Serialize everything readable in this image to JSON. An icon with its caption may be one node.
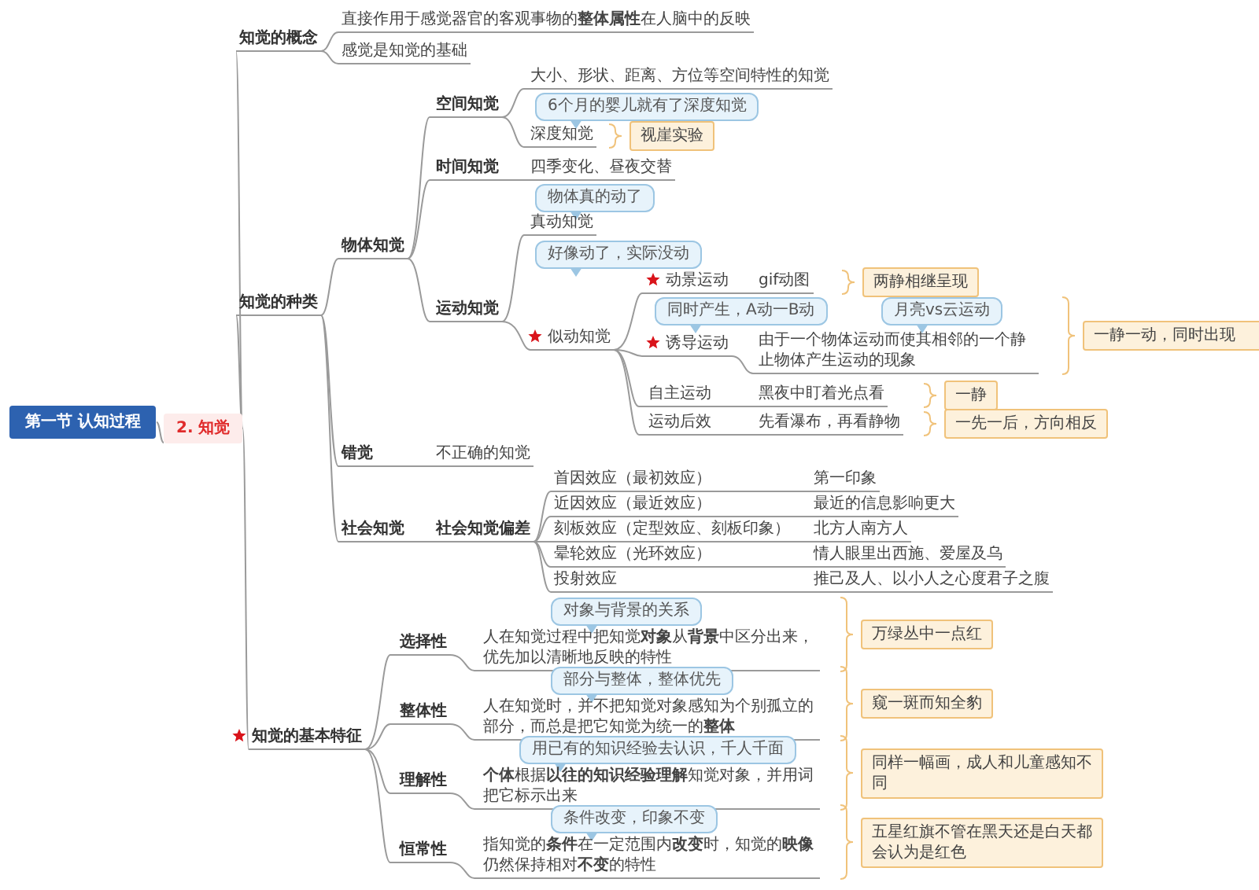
{
  "diagram": {
    "nodes": [
      {
        "text": [
          "第一节 认知过程"
        ]
      },
      {
        "text": [
          "2. 知觉"
        ]
      },
      {
        "text": [
          "知觉的概念"
        ]
      },
      {
        "text": [
          "直接作用于感觉器官的客观事物的**整体属性**在人脑中的反映"
        ]
      },
      {
        "text": [
          "感觉是知觉的基础"
        ]
      },
      {
        "text": [
          "知觉的种类"
        ]
      },
      {
        "text": [
          "物体知觉"
        ]
      },
      {
        "text": [
          "空间知觉"
        ]
      },
      {
        "text": [
          "大小、形状、距离、方位等空间特性的知觉"
        ]
      },
      {
        "text": [
          "6个月的婴儿就有了深度知觉"
        ]
      },
      {
        "text": [
          "深度知觉"
        ]
      },
      {
        "text": [
          "视崖实验"
        ]
      },
      {
        "text": [
          "时间知觉"
        ]
      },
      {
        "text": [
          "四季变化、昼夜交替"
        ]
      },
      {
        "text": [
          "物体真的动了"
        ]
      },
      {
        "text": [
          "真动知觉"
        ]
      },
      {
        "text": [
          "好像动了，实际没动"
        ]
      },
      {
        "text": [
          "运动知觉"
        ]
      },
      {
        "text": [
          "似动知觉"
        ]
      },
      {
        "text": [
          "动景运动"
        ]
      },
      {
        "text": [
          "gif动图"
        ]
      },
      {
        "text": [
          "两静相继呈现"
        ]
      },
      {
        "text": [
          "同时产生，A动一B动"
        ]
      },
      {
        "text": [
          "诱导运动"
        ]
      },
      {
        "text": [
          "月亮vs云运动"
        ]
      },
      {
        "text": [
          "由于一个物体运动而使其相邻的一个静止物体产生运动的现象"
        ]
      },
      {
        "text": [
          "一静一动，同时出现"
        ]
      },
      {
        "text": [
          "自主运动"
        ]
      },
      {
        "text": [
          "黑夜中盯着光点看"
        ]
      },
      {
        "text": [
          "一静"
        ]
      },
      {
        "text": [
          "运动后效"
        ]
      },
      {
        "text": [
          "先看瀑布，再看静物"
        ]
      },
      {
        "text": [
          "一先一后，方向相反"
        ]
      },
      {
        "text": [
          "错觉"
        ]
      },
      {
        "text": [
          "不正确的知觉"
        ]
      },
      {
        "text": [
          "社会知觉"
        ]
      },
      {
        "text": [
          "社会知觉偏差"
        ]
      },
      {
        "text": [
          "首因效应（最初效应）"
        ]
      },
      {
        "text": [
          "第一印象"
        ]
      },
      {
        "text": [
          "近因效应（最近效应）"
        ]
      },
      {
        "text": [
          "最近的信息影响更大"
        ]
      },
      {
        "text": [
          "刻板效应（定型效应、刻板印象）"
        ]
      },
      {
        "text": [
          "北方人南方人"
        ]
      },
      {
        "text": [
          "晕轮效应（光环效应）"
        ]
      },
      {
        "text": [
          "情人眼里出西施、爱屋及乌"
        ]
      },
      {
        "text": [
          "投射效应"
        ]
      },
      {
        "text": [
          "推己及人、以小人之心度君子之腹"
        ]
      },
      {
        "text": [
          "知觉的基本特征"
        ]
      },
      {
        "text": [
          "选择性"
        ]
      },
      {
        "text": [
          "对象与背景的关系"
        ]
      },
      {
        "text": [
          "人在知觉过程中把知觉**对象**从**背景**中区分出来，优先加以清晰地反映的特性"
        ]
      },
      {
        "text": [
          "万绿丛中一点红"
        ]
      },
      {
        "text": [
          "整体性"
        ]
      },
      {
        "text": [
          "部分与整体，整体优先"
        ]
      },
      {
        "text": [
          "人在知觉时，并不把知觉对象感知为个别孤立的部分，而总是把它知觉为统一的**整体**"
        ]
      },
      {
        "text": [
          "窥一斑而知全豹"
        ]
      },
      {
        "text": [
          "理解性"
        ]
      },
      {
        "text": [
          "用已有的知识经验去认识，千人千面"
        ]
      },
      {
        "text": [
          "**个体**根据**以往的知识经验理解**知觉对象，并用词把它标示出来"
        ]
      },
      {
        "text": [
          "同样一幅画，成人和儿童感知不同"
        ]
      },
      {
        "text": [
          "恒常性"
        ]
      },
      {
        "text": [
          "条件改变，印象不变"
        ]
      },
      {
        "text": [
          "指知觉的**条件**在一定范围内**改变**时，知觉的**映像**仍然保持相对**不变**的特性"
        ]
      },
      {
        "text": [
          "五星红旗不管在黑天还是白天都会认为是红色"
        ]
      }
    ],
    "edges": [
      {
        "from": 0,
        "to": 1,
        "arrow": "none"
      },
      {
        "from": 1,
        "to": 2,
        "arrow": "none"
      },
      {
        "from": 2,
        "to": 3,
        "arrow": "none"
      },
      {
        "from": 2,
        "to": 4,
        "arrow": "none"
      },
      {
        "from": 1,
        "to": 5,
        "arrow": "none"
      },
      {
        "from": 5,
        "to": 6,
        "arrow": "none"
      },
      {
        "from": 6,
        "to": 7,
        "arrow": "none"
      },
      {
        "from": 7,
        "to": 8,
        "arrow": "none"
      },
      {
        "from": 7,
        "to": 10,
        "arrow": "none"
      },
      {
        "from": 6,
        "to": 12,
        "arrow": "none"
      },
      {
        "from": 12,
        "to": 13,
        "arrow": "none"
      },
      {
        "from": 6,
        "to": 17,
        "arrow": "none"
      },
      {
        "from": 17,
        "to": 15,
        "arrow": "none"
      },
      {
        "from": 17,
        "to": 18,
        "arrow": "none"
      },
      {
        "from": 18,
        "to": 19,
        "arrow": "none"
      },
      {
        "from": 19,
        "to": 20,
        "arrow": "none"
      },
      {
        "from": 18,
        "to": 23,
        "arrow": "none"
      },
      {
        "from": 23,
        "to": 25,
        "arrow": "none"
      },
      {
        "from": 18,
        "to": 27,
        "arrow": "none"
      },
      {
        "from": 27,
        "to": 28,
        "arrow": "none"
      },
      {
        "from": 18,
        "to": 30,
        "arrow": "none"
      },
      {
        "from": 30,
        "to": 31,
        "arrow": "none"
      },
      {
        "from": 5,
        "to": 33,
        "arrow": "none"
      },
      {
        "from": 33,
        "to": 34,
        "arrow": "none"
      },
      {
        "from": 5,
        "to": 35,
        "arrow": "none"
      },
      {
        "from": 35,
        "to": 36,
        "arrow": "none"
      },
      {
        "from": 36,
        "to": 37,
        "arrow": "none"
      },
      {
        "from": 37,
        "to": 38,
        "arrow": "none"
      },
      {
        "from": 36,
        "to": 39,
        "arrow": "none"
      },
      {
        "from": 39,
        "to": 40,
        "arrow": "none"
      },
      {
        "from": 36,
        "to": 41,
        "arrow": "none"
      },
      {
        "from": 41,
        "to": 42,
        "arrow": "none"
      },
      {
        "from": 36,
        "to": 43,
        "arrow": "none"
      },
      {
        "from": 43,
        "to": 44,
        "arrow": "none"
      },
      {
        "from": 36,
        "to": 45,
        "arrow": "none"
      },
      {
        "from": 45,
        "to": 46,
        "arrow": "none"
      },
      {
        "from": 1,
        "to": 47,
        "arrow": "none"
      },
      {
        "from": 47,
        "to": 48,
        "arrow": "none"
      },
      {
        "from": 48,
        "to": 50,
        "arrow": "none"
      },
      {
        "from": 47,
        "to": 52,
        "arrow": "none"
      },
      {
        "from": 52,
        "to": 54,
        "arrow": "none"
      },
      {
        "from": 47,
        "to": 56,
        "arrow": "none"
      },
      {
        "from": 56,
        "to": 58,
        "arrow": "none"
      },
      {
        "from": 47,
        "to": 60,
        "arrow": "none"
      },
      {
        "from": 60,
        "to": 62,
        "arrow": "none"
      }
    ]
  }
}
